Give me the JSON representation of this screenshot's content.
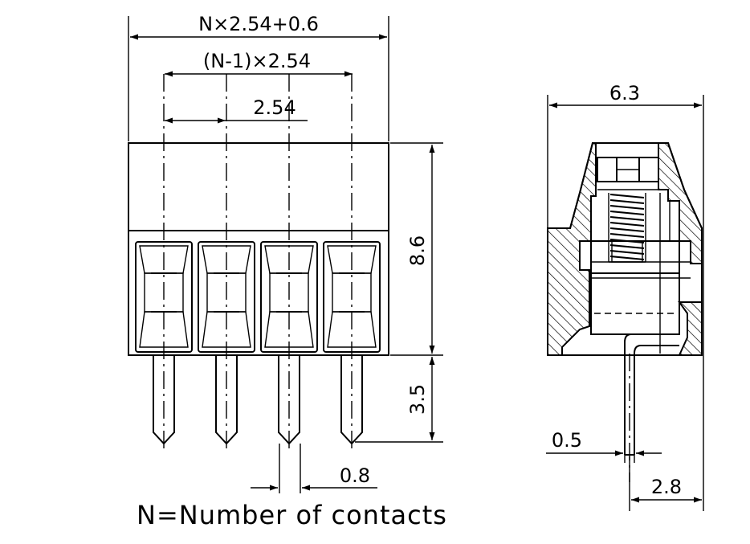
{
  "front_view": {
    "dim_overall_width": "N×2.54+0.6",
    "dim_span": "(N-1)×2.54",
    "dim_pitch": "2.54",
    "dim_height": "8.6",
    "dim_pin_length": "3.5",
    "dim_pin_width": "0.8",
    "contacts_shown": 4
  },
  "side_view": {
    "dim_depth": "6.3",
    "dim_pin_thickness": "0.5",
    "dim_pin_offset": "2.8"
  },
  "note": "N=Number of contacts"
}
